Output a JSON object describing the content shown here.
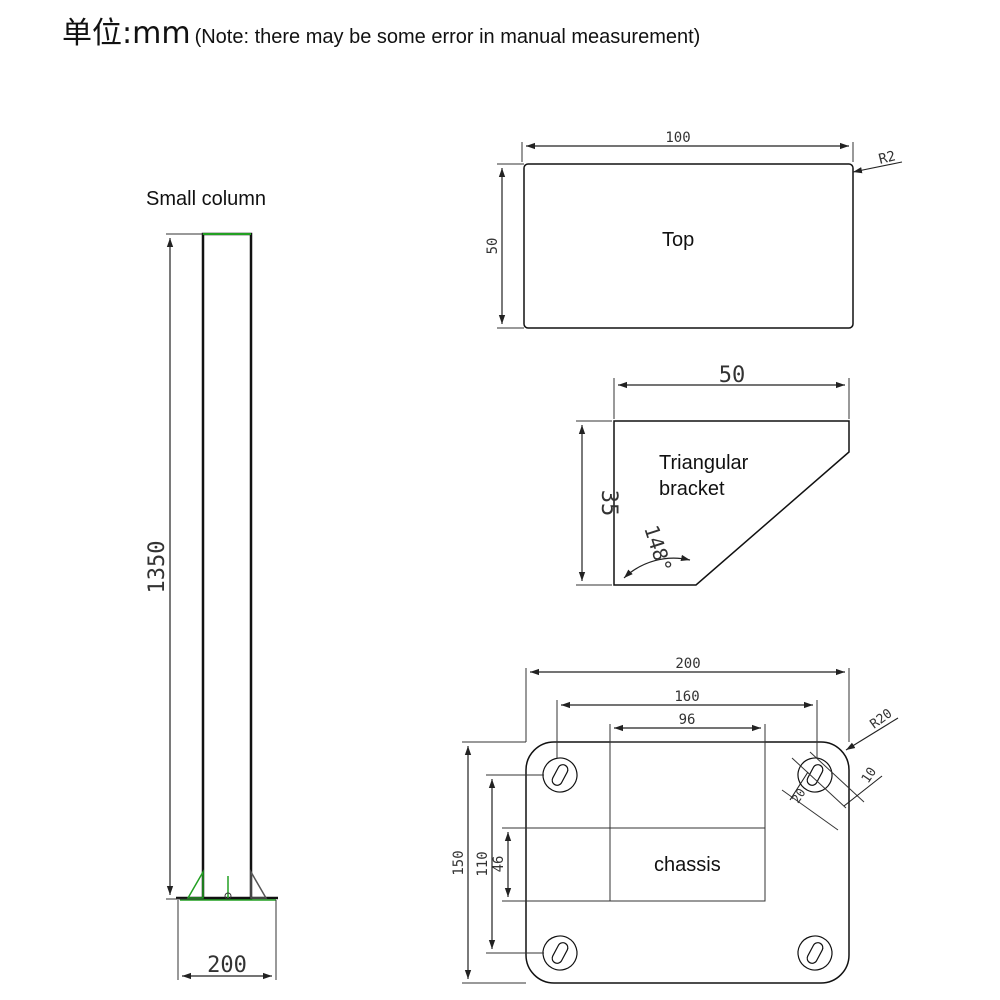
{
  "header": {
    "unit_label": "单位:mm",
    "note": "(Note: there may be some error in manual measurement)"
  },
  "column": {
    "label": "Small column",
    "height_dim": "1350",
    "base_width_dim": "200"
  },
  "top_plate": {
    "label": "Top",
    "width_dim": "100",
    "height_dim": "50",
    "radius_dim": "R2"
  },
  "bracket": {
    "label_line1": "Triangular",
    "label_line2": "bracket",
    "width_dim": "50",
    "height_dim": "35",
    "angle_dim": "148°"
  },
  "chassis": {
    "label": "chassis",
    "width_dim": "200",
    "hole_spacing_dim": "160",
    "inner_width_dim": "96",
    "height_dim": "150",
    "hole_pitch_dim": "110",
    "inner_height_dim": "46",
    "radius_dim": "R20",
    "slot_width_dim": "10",
    "slot_length_dim": "20"
  },
  "colors": {
    "line": "#222222",
    "accent_green": "#22a022"
  }
}
